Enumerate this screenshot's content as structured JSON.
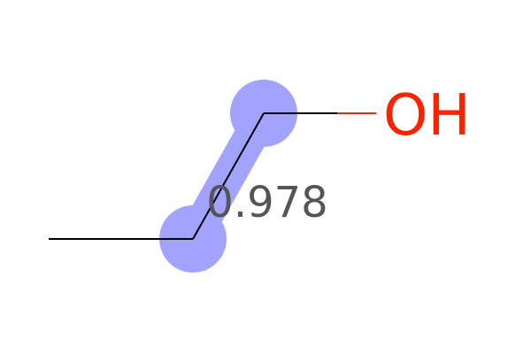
{
  "molecule": {
    "atoms": [
      {
        "id": "c1",
        "element": "C",
        "label": ""
      },
      {
        "id": "c2",
        "element": "C",
        "label": "",
        "highlighted": true
      },
      {
        "id": "c3",
        "element": "C",
        "label": "",
        "highlighted": true
      },
      {
        "id": "o1",
        "element": "O",
        "label": "OH"
      }
    ],
    "bonds": [
      {
        "from": "c1",
        "to": "c2",
        "highlighted": false
      },
      {
        "from": "c2",
        "to": "c3",
        "highlighted": true
      },
      {
        "from": "c3",
        "to": "o1",
        "highlighted": false
      }
    ],
    "highlight_score": "0.978"
  },
  "colors": {
    "bond": "#000000",
    "oxygen": "#ff2200",
    "highlight": "#a2a2ff",
    "score": "#555555",
    "background": "#ffffff"
  }
}
